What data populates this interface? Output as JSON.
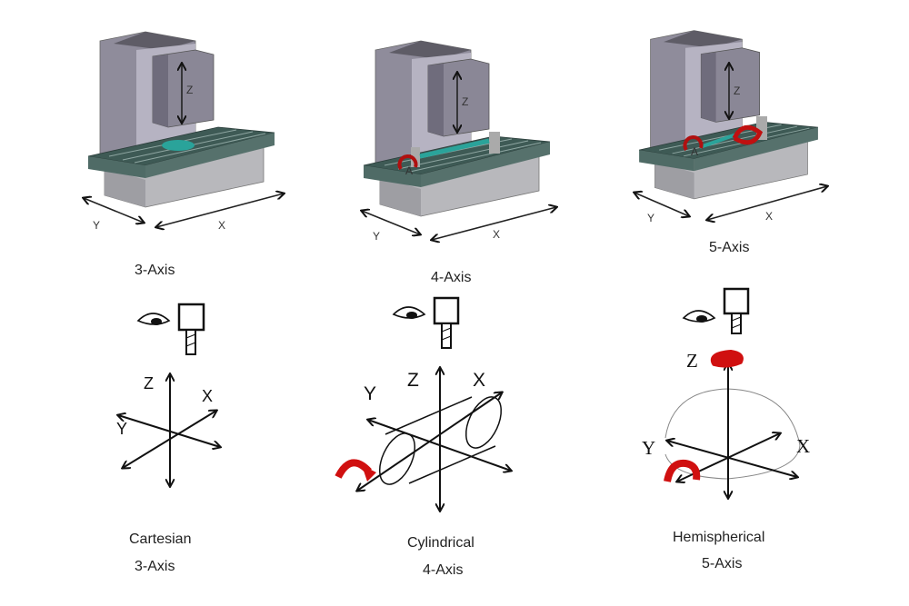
{
  "machines": [
    {
      "title": "3-Axis",
      "z": "Z",
      "y": "Y",
      "x": "X"
    },
    {
      "title": "4-Axis",
      "z": "Z",
      "y": "Y",
      "x": "X",
      "a": "A"
    },
    {
      "title": "5-Axis",
      "z": "Z",
      "y": "Y",
      "x": "X",
      "a": "A"
    }
  ],
  "axes": [
    {
      "name": "Cartesian",
      "label": "3-Axis",
      "z": "Z",
      "x": "X",
      "y": "Y"
    },
    {
      "name": "Cylindrical",
      "label": "4-Axis",
      "z": "Z",
      "x": "X",
      "y": "Y"
    },
    {
      "name": "Hemispherical",
      "label": "5-Axis",
      "z": "Z",
      "x": "X",
      "y": "Y"
    }
  ],
  "colors": {
    "machine_gray": "#9a97a6",
    "table": "#3e5a55",
    "part": "#2aa39a",
    "rotation": "#d01010"
  }
}
